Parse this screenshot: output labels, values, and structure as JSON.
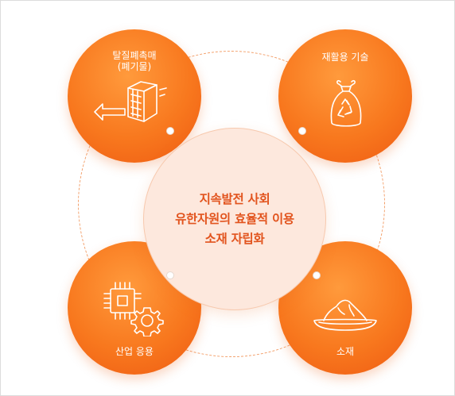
{
  "center": {
    "lines": [
      "지속발전 사회",
      "유한자원의 효율적 이용",
      "소재 자립화"
    ]
  },
  "nodes": [
    {
      "label_lines": [
        "탈질폐촉매",
        "(폐기물)"
      ],
      "icon": "catalyst-cube-recycle-icon"
    },
    {
      "label_lines": [
        "재활용 기술"
      ],
      "icon": "recycle-bag-icon"
    },
    {
      "label_lines": [
        "산업 응용"
      ],
      "icon": "chip-gear-icon"
    },
    {
      "label_lines": [
        "소재"
      ],
      "icon": "powder-dish-icon"
    }
  ],
  "colors": {
    "node": "#f8781e",
    "center_bg": "#fde8dd",
    "center_text": "#e2541e",
    "ring": "#f3a06b"
  }
}
